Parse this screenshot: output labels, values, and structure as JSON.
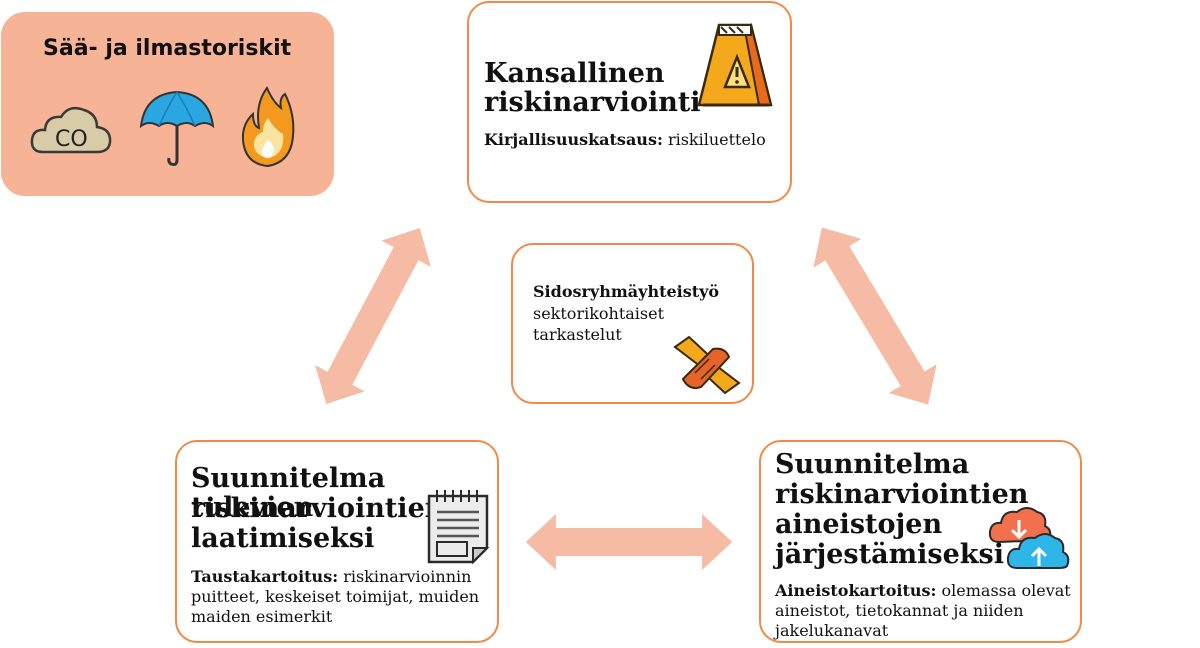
{
  "weather": {
    "title": "Sää- ja ilmastoriskit",
    "co_label": "CO",
    "icons": [
      "co-cloud-icon",
      "umbrella-icon",
      "fire-icon"
    ]
  },
  "national": {
    "title_line1": "Kansallinen",
    "title_line2": "riskinarviointi",
    "desc_bold": "Kirjallisuuskatsaus:",
    "desc_text": " riskiluettelo",
    "icon": "caution-sign-icon"
  },
  "stakeholder": {
    "title": "Sidosryhmäyhteistyö",
    "line1": "sektorikohtaiset",
    "line2": "tarkastelut",
    "icon": "handshake-icon"
  },
  "future_plan": {
    "title_line1": "Suunnitelma tulevien",
    "title_line2": "riskinarviointien",
    "title_line3": "laatimiseksi",
    "desc_bold": "Taustakartoitus:",
    "desc_line1": " riskinarvioinnin",
    "desc_line2": "puitteet, keskeiset toimijat, muiden",
    "desc_line3": "maiden esimerkit",
    "icon": "notepad-icon"
  },
  "data_plan": {
    "title_line1": "Suunnitelma",
    "title_line2": "riskinarviointien",
    "title_line3": "aineistojen",
    "title_line4": "järjestämiseksi",
    "desc_bold": "Aineistokartoitus:",
    "desc_line1": " olemassa olevat",
    "desc_line2": "aineistot, tietokannat ja niiden",
    "desc_line3": "jakelukanavat",
    "icon": "cloud-sync-icon"
  },
  "colors": {
    "box_border": "#f08a4b",
    "weather_fill": "#f7b396",
    "arrow": "#f5bba5"
  }
}
